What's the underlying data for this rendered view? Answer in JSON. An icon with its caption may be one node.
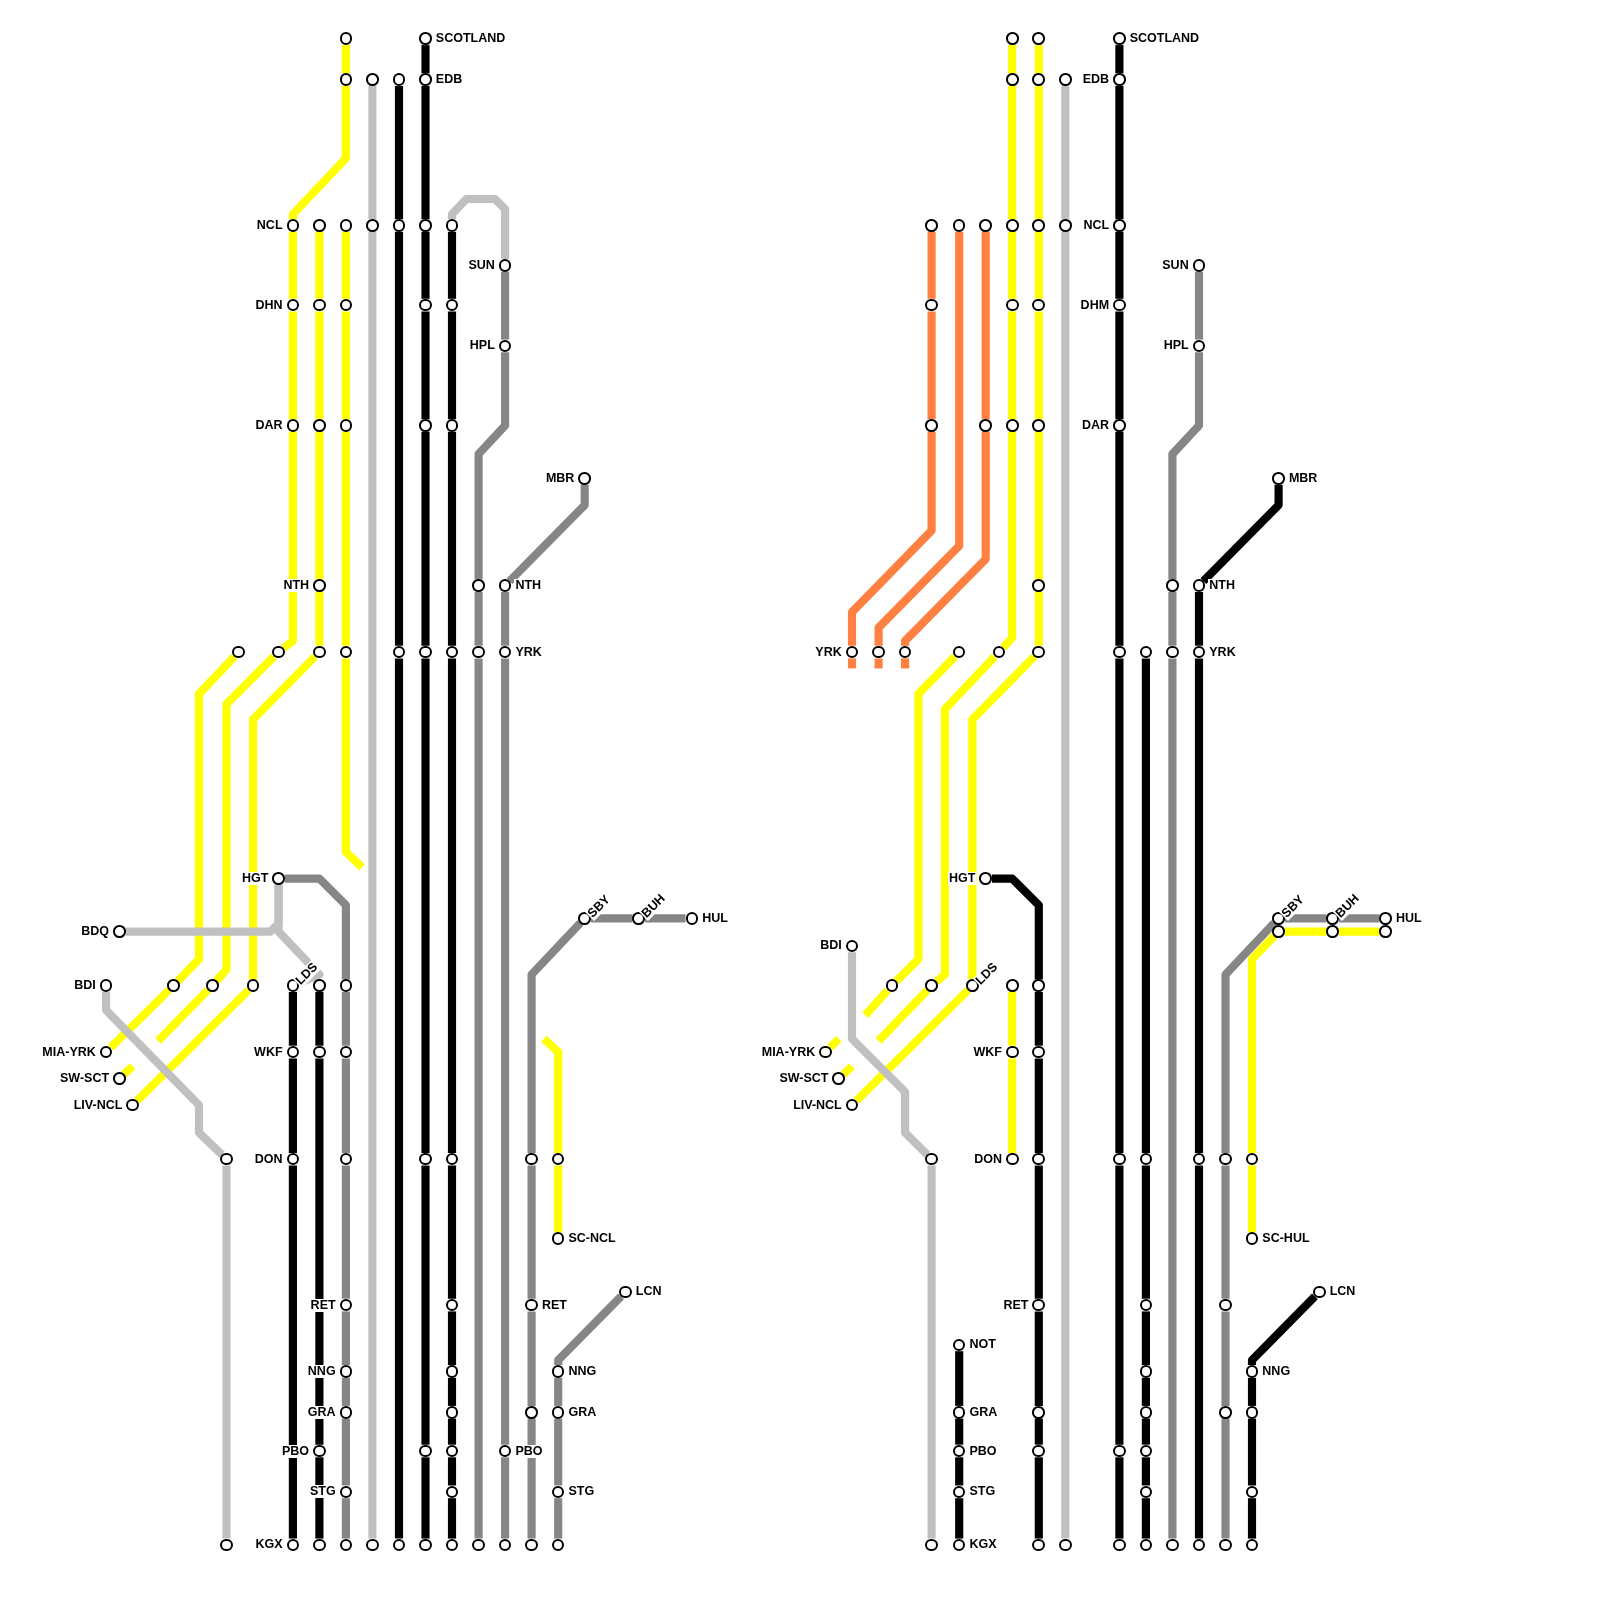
{
  "diagram": {
    "nodes": [
      {
        "text": [],
        "shape": "circle"
      },
      {
        "text": [],
        "shape": "circle"
      },
      {
        "text": [
          "NCL"
        ]
      },
      {
        "text": [
          "DHN"
        ]
      },
      {
        "text": [
          "DAR"
        ]
      },
      {
        "text": [],
        "shape": "circle"
      },
      {
        "text": [],
        "shape": "circle"
      },
      {
        "text": [],
        "shape": "circle"
      },
      {
        "text": [],
        "shape": "circle"
      },
      {
        "text": [],
        "shape": "circle"
      },
      {
        "text": [
          "NTH"
        ]
      },
      {
        "text": [],
        "shape": "circle"
      },
      {
        "text": [],
        "shape": "circle"
      },
      {
        "text": [
          "LIV-NCL"
        ]
      },
      {
        "text": [],
        "shape": "circle"
      },
      {
        "text": [],
        "shape": "circle"
      },
      {
        "text": [
          "MIA-YRK"
        ]
      },
      {
        "text": [
          "SW-SCT"
        ]
      },
      {
        "text": [],
        "shape": "circle"
      },
      {
        "text": [],
        "shape": "circle"
      },
      {
        "text": [],
        "shape": "circle"
      },
      {
        "text": [],
        "shape": "circle"
      },
      {
        "text": [],
        "shape": "circle"
      },
      {
        "text": [],
        "shape": "circle"
      },
      {
        "text": [],
        "shape": "circle"
      },
      {
        "text": [],
        "shape": "circle"
      },
      {
        "text": [],
        "shape": "circle"
      },
      {
        "text": [],
        "shape": "circle"
      },
      {
        "text": [],
        "shape": "circle"
      },
      {
        "text": [
          "SCOTLAND"
        ]
      },
      {
        "text": [
          "EDB"
        ]
      },
      {
        "text": [],
        "shape": "circle"
      },
      {
        "text": [],
        "shape": "circle"
      },
      {
        "text": [],
        "shape": "circle"
      },
      {
        "text": [],
        "shape": "circle"
      },
      {
        "text": [],
        "shape": "circle"
      },
      {
        "text": [],
        "shape": "circle"
      },
      {
        "text": [],
        "shape": "circle"
      },
      {
        "text": [],
        "shape": "circle"
      },
      {
        "text": [],
        "shape": "circle"
      },
      {
        "text": [],
        "shape": "circle"
      },
      {
        "text": [],
        "shape": "circle"
      },
      {
        "text": [],
        "shape": "circle"
      },
      {
        "text": [],
        "shape": "circle"
      },
      {
        "text": [],
        "shape": "circle"
      },
      {
        "text": [],
        "shape": "circle"
      },
      {
        "text": [],
        "shape": "circle"
      },
      {
        "text": [],
        "shape": "circle"
      },
      {
        "text": [],
        "shape": "circle"
      },
      {
        "text": [
          "SUN"
        ]
      },
      {
        "text": [
          "HPL"
        ]
      },
      {
        "text": [],
        "shape": "circle"
      },
      {
        "text": [],
        "shape": "circle"
      },
      {
        "text": [],
        "shape": "circle"
      },
      {
        "text": [
          "MBR"
        ]
      },
      {
        "text": [
          "NTH"
        ]
      },
      {
        "text": [
          "YRK"
        ]
      },
      {
        "text": [
          "PBO"
        ]
      },
      {
        "text": [],
        "shape": "circle"
      },
      {
        "text": [
          "BDQ"
        ]
      },
      {
        "text": [
          "HGT"
        ]
      },
      {
        "text": [
          "BDI"
        ]
      },
      {
        "text": [],
        "shape": "circle"
      },
      {
        "text": [],
        "shape": "circle"
      },
      {
        "text": [
          "LDS"
        ]
      },
      {
        "text": [
          "WKF"
        ]
      },
      {
        "text": [
          "DON"
        ]
      },
      {
        "text": [
          "KGX"
        ]
      },
      {
        "text": [],
        "shape": "circle"
      },
      {
        "text": [],
        "shape": "circle"
      },
      {
        "text": [
          "PBO"
        ]
      },
      {
        "text": [],
        "shape": "circle"
      },
      {
        "text": [],
        "shape": "circle"
      },
      {
        "text": [],
        "shape": "circle"
      },
      {
        "text": [],
        "shape": "circle"
      },
      {
        "text": [
          "RET"
        ]
      },
      {
        "text": [
          "NNG"
        ]
      },
      {
        "text": [
          "GRA"
        ]
      },
      {
        "text": [
          "STG"
        ]
      },
      {
        "text": [],
        "shape": "circle"
      },
      {
        "text": [
          "SBY"
        ]
      },
      {
        "text": [
          "BUH"
        ]
      },
      {
        "text": [
          "HUL"
        ]
      },
      {
        "text": [],
        "shape": "circle"
      },
      {
        "text": [
          "RET"
        ]
      },
      {
        "text": [],
        "shape": "circle"
      },
      {
        "text": [],
        "shape": "circle"
      },
      {
        "text": [],
        "shape": "circle"
      },
      {
        "text": [
          "SC-NCL"
        ]
      },
      {
        "text": [
          "LCN"
        ]
      },
      {
        "text": [
          "NNG"
        ]
      },
      {
        "text": [
          "GRA"
        ]
      },
      {
        "text": [
          "STG"
        ]
      },
      {
        "text": [],
        "shape": "circle"
      },
      {
        "text": [],
        "shape": "circle"
      },
      {
        "text": [],
        "shape": "circle"
      },
      {
        "text": [],
        "shape": "circle"
      },
      {
        "text": [
          "YRK"
        ]
      },
      {
        "text": [],
        "shape": "circle"
      },
      {
        "text": [],
        "shape": "circle"
      },
      {
        "text": [],
        "shape": "circle"
      },
      {
        "text": [],
        "shape": "circle"
      },
      {
        "text": [],
        "shape": "circle"
      },
      {
        "text": [],
        "shape": "circle"
      },
      {
        "text": [],
        "shape": "circle"
      },
      {
        "text": [],
        "shape": "circle"
      },
      {
        "text": [],
        "shape": "circle"
      },
      {
        "text": [],
        "shape": "circle"
      },
      {
        "text": [],
        "shape": "circle"
      },
      {
        "text": [],
        "shape": "circle"
      },
      {
        "text": [],
        "shape": "circle"
      },
      {
        "text": [],
        "shape": "circle"
      },
      {
        "text": [],
        "shape": "circle"
      },
      {
        "text": [],
        "shape": "circle"
      },
      {
        "text": [],
        "shape": "circle"
      },
      {
        "text": [],
        "shape": "circle"
      },
      {
        "text": [],
        "shape": "circle"
      },
      {
        "text": [
          "LDS"
        ]
      },
      {
        "text": [
          "LIV-NCL"
        ]
      },
      {
        "text": [],
        "shape": "circle"
      },
      {
        "text": [],
        "shape": "circle"
      },
      {
        "text": [
          "MIA-YRK"
        ]
      },
      {
        "text": [
          "SW-SCT"
        ]
      },
      {
        "text": [
          "BDI"
        ]
      },
      {
        "text": [],
        "shape": "circle"
      },
      {
        "text": [],
        "shape": "circle"
      },
      {
        "text": [],
        "shape": "circle"
      },
      {
        "text": [
          "WKF"
        ]
      },
      {
        "text": [
          "DON"
        ]
      },
      {
        "text": [
          "HGT"
        ]
      },
      {
        "text": [],
        "shape": "circle"
      },
      {
        "text": [],
        "shape": "circle"
      },
      {
        "text": [],
        "shape": "circle"
      },
      {
        "text": [
          "RET"
        ]
      },
      {
        "text": [],
        "shape": "circle"
      },
      {
        "text": [],
        "shape": "circle"
      },
      {
        "text": [],
        "shape": "circle"
      },
      {
        "text": [
          "NOT"
        ]
      },
      {
        "text": [
          "GRA"
        ]
      },
      {
        "text": [
          "PBO"
        ]
      },
      {
        "text": [
          "STG"
        ]
      },
      {
        "text": [
          "KGX"
        ]
      },
      {
        "text": [],
        "shape": "circle"
      },
      {
        "text": [],
        "shape": "circle"
      },
      {
        "text": [],
        "shape": "circle"
      },
      {
        "text": [
          "SCOTLAND"
        ]
      },
      {
        "text": [
          "EDB"
        ]
      },
      {
        "text": [
          "NCL"
        ]
      },
      {
        "text": [
          "DHM"
        ]
      },
      {
        "text": [
          "DAR"
        ]
      },
      {
        "text": [],
        "shape": "circle"
      },
      {
        "text": [],
        "shape": "circle"
      },
      {
        "text": [],
        "shape": "circle"
      },
      {
        "text": [],
        "shape": "circle"
      },
      {
        "text": [],
        "shape": "circle"
      },
      {
        "text": [],
        "shape": "circle"
      },
      {
        "text": [],
        "shape": "circle"
      },
      {
        "text": [],
        "shape": "circle"
      },
      {
        "text": [],
        "shape": "circle"
      },
      {
        "text": [],
        "shape": "circle"
      },
      {
        "text": [],
        "shape": "circle"
      },
      {
        "text": [],
        "shape": "circle"
      },
      {
        "text": [
          "SUN"
        ]
      },
      {
        "text": [
          "HPL"
        ]
      },
      {
        "text": [],
        "shape": "circle"
      },
      {
        "text": [],
        "shape": "circle"
      },
      {
        "text": [],
        "shape": "circle"
      },
      {
        "text": [
          "MBR"
        ]
      },
      {
        "text": [
          "NTH"
        ]
      },
      {
        "text": [
          "YRK"
        ]
      },
      {
        "text": [],
        "shape": "circle"
      },
      {
        "text": [],
        "shape": "circle"
      },
      {
        "text": [
          "SBY"
        ]
      },
      {
        "text": [
          "BUH"
        ]
      },
      {
        "text": [
          "HUL"
        ]
      },
      {
        "text": [],
        "shape": "circle"
      },
      {
        "text": [],
        "shape": "circle"
      },
      {
        "text": [],
        "shape": "circle"
      },
      {
        "text": [],
        "shape": "circle"
      },
      {
        "text": [],
        "shape": "circle"
      },
      {
        "text": [],
        "shape": "circle"
      },
      {
        "text": [],
        "shape": "circle"
      },
      {
        "text": [],
        "shape": "circle"
      },
      {
        "text": [
          "SC-HUL"
        ]
      },
      {
        "text": [
          "LCN"
        ]
      },
      {
        "text": [
          "NNG"
        ]
      },
      {
        "text": [],
        "shape": "circle"
      },
      {
        "text": [],
        "shape": "circle"
      },
      {
        "text": [],
        "shape": "circle"
      }
    ],
    "edges": [
      {
        "from": 0,
        "to": 1,
        "arrow": "none",
        "color": "#ffff00"
      },
      {
        "from": 1,
        "to": 2,
        "arrow": "none",
        "color": "#ffff00"
      },
      {
        "from": 2,
        "to": 3,
        "arrow": "none",
        "color": "#ffff00"
      },
      {
        "from": 3,
        "to": 4,
        "arrow": "none",
        "color": "#ffff00"
      },
      {
        "from": 4,
        "to": 5,
        "arrow": "none",
        "color": "#ffff00"
      },
      {
        "from": 5,
        "to": 6,
        "arrow": "none",
        "color": "#ffff00"
      },
      {
        "from": null,
        "to": 6,
        "arrow": "none",
        "color": "#ffff00"
      },
      {
        "from": 7,
        "to": 8,
        "arrow": "none",
        "color": "#ffff00"
      },
      {
        "from": 8,
        "to": 9,
        "arrow": "none",
        "color": "#ffff00"
      },
      {
        "from": 9,
        "to": 10,
        "arrow": "none",
        "color": "#ffff00"
      },
      {
        "from": 10,
        "to": 11,
        "arrow": "none",
        "color": "#ffff00"
      },
      {
        "from": 11,
        "to": 12,
        "arrow": "none",
        "color": "#ffff00"
      },
      {
        "from": 12,
        "to": 13,
        "arrow": "none",
        "color": "#ffff00"
      },
      {
        "from": 14,
        "to": 15,
        "arrow": "none",
        "color": "#ffff00"
      },
      {
        "from": 15,
        "to": 16,
        "arrow": "none",
        "color": "#ffff00"
      },
      {
        "from": 17,
        "to": null,
        "arrow": "none",
        "color": "#ffff00"
      },
      {
        "from": 18,
        "to": 19,
        "arrow": "none",
        "color": "#ffff00"
      },
      {
        "from": 19,
        "to": 20,
        "arrow": "none",
        "color": "#ffff00"
      },
      {
        "from": 20,
        "to": 21,
        "arrow": "none",
        "color": "#ffff00"
      },
      {
        "from": 21,
        "to": null,
        "arrow": "none",
        "color": "#ffff00"
      },
      {
        "from": 22,
        "to": 23,
        "arrow": "none",
        "color": "#c0c0c0"
      },
      {
        "from": 23,
        "to": 24,
        "arrow": "none",
        "color": "#c0c0c0"
      },
      {
        "from": 25,
        "to": 26,
        "arrow": "none"
      },
      {
        "from": 26,
        "to": 27,
        "arrow": "none"
      },
      {
        "from": 27,
        "to": 28,
        "arrow": "none"
      },
      {
        "from": 29,
        "to": 30,
        "arrow": "none"
      },
      {
        "from": 30,
        "to": 31,
        "arrow": "none"
      },
      {
        "from": 31,
        "to": 32,
        "arrow": "none"
      },
      {
        "from": 32,
        "to": 33,
        "arrow": "none"
      },
      {
        "from": 33,
        "to": 34,
        "arrow": "none"
      },
      {
        "from": 34,
        "to": 35,
        "arrow": "none"
      },
      {
        "from": 35,
        "to": 36,
        "arrow": "none"
      },
      {
        "from": 36,
        "to": 37,
        "arrow": "none"
      },
      {
        "from": 38,
        "to": 49,
        "arrow": "none",
        "color": "#c0c0c0"
      },
      {
        "from": 38,
        "to": 39,
        "arrow": "none"
      },
      {
        "from": 39,
        "to": 40,
        "arrow": "none"
      },
      {
        "from": 40,
        "to": 41,
        "arrow": "none"
      },
      {
        "from": 41,
        "to": 42,
        "arrow": "none"
      },
      {
        "from": 42,
        "to": 43,
        "arrow": "none"
      },
      {
        "from": 43,
        "to": 44,
        "arrow": "none"
      },
      {
        "from": 44,
        "to": 45,
        "arrow": "none"
      },
      {
        "from": 45,
        "to": 46,
        "arrow": "none"
      },
      {
        "from": 46,
        "to": 47,
        "arrow": "none"
      },
      {
        "from": 47,
        "to": 48,
        "arrow": "none"
      },
      {
        "from": 49,
        "to": 50,
        "arrow": "none",
        "color": "#868686"
      },
      {
        "from": 50,
        "to": 51,
        "arrow": "none",
        "color": "#868686"
      },
      {
        "from": 51,
        "to": 52,
        "arrow": "none",
        "color": "#868686"
      },
      {
        "from": 52,
        "to": 53,
        "arrow": "none",
        "color": "#868686"
      },
      {
        "from": 54,
        "to": 55,
        "arrow": "none",
        "color": "#868686"
      },
      {
        "from": 55,
        "to": 56,
        "arrow": "none",
        "color": "#868686"
      },
      {
        "from": 56,
        "to": 57,
        "arrow": "none",
        "color": "#868686"
      },
      {
        "from": 57,
        "to": 58,
        "arrow": "none",
        "color": "#868686"
      },
      {
        "from": 59,
        "to": 60,
        "arrow": "none",
        "color": "#c0c0c0"
      },
      {
        "from": 60,
        "to": 64,
        "arrow": "none",
        "color": "#c0c0c0"
      },
      {
        "from": 61,
        "to": 62,
        "arrow": "none",
        "color": "#c0c0c0"
      },
      {
        "from": 62,
        "to": 63,
        "arrow": "none",
        "color": "#c0c0c0"
      },
      {
        "from": 64,
        "to": 65,
        "arrow": "none"
      },
      {
        "from": 65,
        "to": 66,
        "arrow": "none"
      },
      {
        "from": 66,
        "to": 67,
        "arrow": "none"
      },
      {
        "from": 68,
        "to": 69,
        "arrow": "none"
      },
      {
        "from": 69,
        "to": 70,
        "arrow": "none"
      },
      {
        "from": 70,
        "to": 71,
        "arrow": "none"
      },
      {
        "from": 60,
        "to": 72,
        "arrow": "none",
        "color": "#868686"
      },
      {
        "from": 72,
        "to": 73,
        "arrow": "none",
        "color": "#868686"
      },
      {
        "from": 73,
        "to": 74,
        "arrow": "none",
        "color": "#868686"
      },
      {
        "from": 74,
        "to": 75,
        "arrow": "none",
        "color": "#868686"
      },
      {
        "from": 75,
        "to": 76,
        "arrow": "none",
        "color": "#868686"
      },
      {
        "from": 76,
        "to": 77,
        "arrow": "none",
        "color": "#868686"
      },
      {
        "from": 77,
        "to": 78,
        "arrow": "none",
        "color": "#868686"
      },
      {
        "from": 78,
        "to": 79,
        "arrow": "none",
        "color": "#868686"
      },
      {
        "from": 80,
        "to": 81,
        "arrow": "none",
        "color": "#868686"
      },
      {
        "from": 81,
        "to": 82,
        "arrow": "none",
        "color": "#868686"
      },
      {
        "from": 80,
        "to": 83,
        "arrow": "none",
        "color": "#868686"
      },
      {
        "from": 83,
        "to": 84,
        "arrow": "none",
        "color": "#868686"
      },
      {
        "from": 84,
        "to": 85,
        "arrow": "none",
        "color": "#868686"
      },
      {
        "from": 85,
        "to": 86,
        "arrow": "none",
        "color": "#868686"
      },
      {
        "from": null,
        "to": 87,
        "arrow": "none",
        "color": "#ffff00"
      },
      {
        "from": 87,
        "to": 88,
        "arrow": "none",
        "color": "#ffff00"
      },
      {
        "from": 89,
        "to": 90,
        "arrow": "none",
        "color": "#868686"
      },
      {
        "from": 90,
        "to": 91,
        "arrow": "none",
        "color": "#868686"
      },
      {
        "from": 91,
        "to": 92,
        "arrow": "none",
        "color": "#868686"
      },
      {
        "from": 92,
        "to": 93,
        "arrow": "none",
        "color": "#868686"
      },
      {
        "from": 94,
        "to": 95,
        "arrow": "none",
        "color": "#ff8040"
      },
      {
        "from": 95,
        "to": 96,
        "arrow": "none",
        "color": "#ff8040"
      },
      {
        "from": 96,
        "to": 97,
        "arrow": "none",
        "color": "#ff8040"
      },
      {
        "from": 97,
        "to": null,
        "arrow": "none",
        "color": "#ff8040"
      },
      {
        "from": 98,
        "to": 99,
        "arrow": "none",
        "color": "#ff8040"
      },
      {
        "from": 99,
        "to": null,
        "arrow": "none",
        "color": "#ff8040"
      },
      {
        "from": 100,
        "to": 101,
        "arrow": "none",
        "color": "#ff8040"
      },
      {
        "from": 101,
        "to": 102,
        "arrow": "none",
        "color": "#ff8040"
      },
      {
        "from": 102,
        "to": null,
        "arrow": "none",
        "color": "#ff8040"
      },
      {
        "from": 103,
        "to": 104,
        "arrow": "none",
        "color": "#ffff00"
      },
      {
        "from": 104,
        "to": 105,
        "arrow": "none",
        "color": "#ffff00"
      },
      {
        "from": 105,
        "to": 106,
        "arrow": "none",
        "color": "#ffff00"
      },
      {
        "from": 106,
        "to": 107,
        "arrow": "none",
        "color": "#ffff00"
      },
      {
        "from": 107,
        "to": 108,
        "arrow": "none",
        "color": "#ffff00"
      },
      {
        "from": 108,
        "to": 109,
        "arrow": "none",
        "color": "#ffff00"
      },
      {
        "from": 109,
        "to": null,
        "arrow": "none",
        "color": "#ffff00"
      },
      {
        "from": 110,
        "to": 111,
        "arrow": "none",
        "color": "#ffff00"
      },
      {
        "from": 111,
        "to": 112,
        "arrow": "none",
        "color": "#ffff00"
      },
      {
        "from": 112,
        "to": 113,
        "arrow": "none",
        "color": "#ffff00"
      },
      {
        "from": 113,
        "to": 114,
        "arrow": "none",
        "color": "#ffff00"
      },
      {
        "from": 114,
        "to": 115,
        "arrow": "none",
        "color": "#ffff00"
      },
      {
        "from": 115,
        "to": 116,
        "arrow": "none",
        "color": "#ffff00"
      },
      {
        "from": 116,
        "to": 117,
        "arrow": "none",
        "color": "#ffff00"
      },
      {
        "from": 117,
        "to": 118,
        "arrow": "none",
        "color": "#ffff00"
      },
      {
        "from": 119,
        "to": 120,
        "arrow": "none",
        "color": "#ffff00"
      },
      {
        "from": 120,
        "to": null,
        "arrow": "none",
        "color": "#ffff00"
      },
      {
        "from": 121,
        "to": null,
        "arrow": "none",
        "color": "#ffff00"
      },
      {
        "from": 122,
        "to": null,
        "arrow": "none",
        "color": "#ffff00"
      },
      {
        "from": 123,
        "to": 124,
        "arrow": "none",
        "color": "#c0c0c0"
      },
      {
        "from": 124,
        "to": 125,
        "arrow": "none",
        "color": "#c0c0c0"
      },
      {
        "from": 126,
        "to": 127,
        "arrow": "none",
        "color": "#ffff00"
      },
      {
        "from": 127,
        "to": 128,
        "arrow": "none",
        "color": "#ffff00"
      },
      {
        "from": 129,
        "to": 130,
        "arrow": "none"
      },
      {
        "from": 130,
        "to": 131,
        "arrow": "none"
      },
      {
        "from": 131,
        "to": 132,
        "arrow": "none"
      },
      {
        "from": 132,
        "to": 133,
        "arrow": "none"
      },
      {
        "from": 133,
        "to": 134,
        "arrow": "none"
      },
      {
        "from": 134,
        "to": 135,
        "arrow": "none"
      },
      {
        "from": 135,
        "to": 136,
        "arrow": "none"
      },
      {
        "from": 137,
        "to": 138,
        "arrow": "none"
      },
      {
        "from": 138,
        "to": 139,
        "arrow": "none"
      },
      {
        "from": 139,
        "to": 140,
        "arrow": "none"
      },
      {
        "from": 140,
        "to": 141,
        "arrow": "none"
      },
      {
        "from": 142,
        "to": 143,
        "arrow": "none",
        "color": "#c0c0c0"
      },
      {
        "from": 143,
        "to": 144,
        "arrow": "none",
        "color": "#c0c0c0"
      },
      {
        "from": 145,
        "to": 146,
        "arrow": "none"
      },
      {
        "from": 146,
        "to": 147,
        "arrow": "none"
      },
      {
        "from": 147,
        "to": 148,
        "arrow": "none"
      },
      {
        "from": 148,
        "to": 149,
        "arrow": "none"
      },
      {
        "from": 149,
        "to": 150,
        "arrow": "none"
      },
      {
        "from": 150,
        "to": 151,
        "arrow": "none"
      },
      {
        "from": 151,
        "to": 152,
        "arrow": "none"
      },
      {
        "from": 152,
        "to": 153,
        "arrow": "none"
      },
      {
        "from": 154,
        "to": 155,
        "arrow": "none"
      },
      {
        "from": 155,
        "to": 156,
        "arrow": "none"
      },
      {
        "from": 156,
        "to": 157,
        "arrow": "none"
      },
      {
        "from": 157,
        "to": 158,
        "arrow": "none"
      },
      {
        "from": 158,
        "to": 159,
        "arrow": "none"
      },
      {
        "from": 159,
        "to": 160,
        "arrow": "none"
      },
      {
        "from": 160,
        "to": 161,
        "arrow": "none"
      },
      {
        "from": 162,
        "to": 163,
        "arrow": "none",
        "color": "#868686"
      },
      {
        "from": 163,
        "to": 164,
        "arrow": "none",
        "color": "#868686"
      },
      {
        "from": 164,
        "to": 165,
        "arrow": "none",
        "color": "#868686"
      },
      {
        "from": 165,
        "to": 166,
        "arrow": "none",
        "color": "#868686"
      },
      {
        "from": 167,
        "to": 168,
        "arrow": "none"
      },
      {
        "from": 168,
        "to": 169,
        "arrow": "none"
      },
      {
        "from": 169,
        "to": 170,
        "arrow": "none"
      },
      {
        "from": 170,
        "to": 171,
        "arrow": "none"
      },
      {
        "from": 172,
        "to": 173,
        "arrow": "none",
        "color": "#868686"
      },
      {
        "from": 173,
        "to": 174,
        "arrow": "none",
        "color": "#868686"
      },
      {
        "from": 172,
        "to": 175,
        "arrow": "none",
        "color": "#868686"
      },
      {
        "from": 175,
        "to": 176,
        "arrow": "none",
        "color": "#868686"
      },
      {
        "from": 176,
        "to": 177,
        "arrow": "none",
        "color": "#868686"
      },
      {
        "from": 177,
        "to": 178,
        "arrow": "none",
        "color": "#868686"
      },
      {
        "from": 179,
        "to": 180,
        "arrow": "none",
        "color": "#ffff00"
      },
      {
        "from": 180,
        "to": 181,
        "arrow": "none",
        "color": "#ffff00"
      },
      {
        "from": 179,
        "to": 182,
        "arrow": "none",
        "color": "#ffff00"
      },
      {
        "from": 182,
        "to": 183,
        "arrow": "none",
        "color": "#ffff00"
      },
      {
        "from": 184,
        "to": 185,
        "arrow": "none"
      },
      {
        "from": 185,
        "to": 186,
        "arrow": "none"
      },
      {
        "from": 186,
        "to": 187,
        "arrow": "none"
      },
      {
        "from": 187,
        "to": 188,
        "arrow": "none"
      }
    ]
  }
}
